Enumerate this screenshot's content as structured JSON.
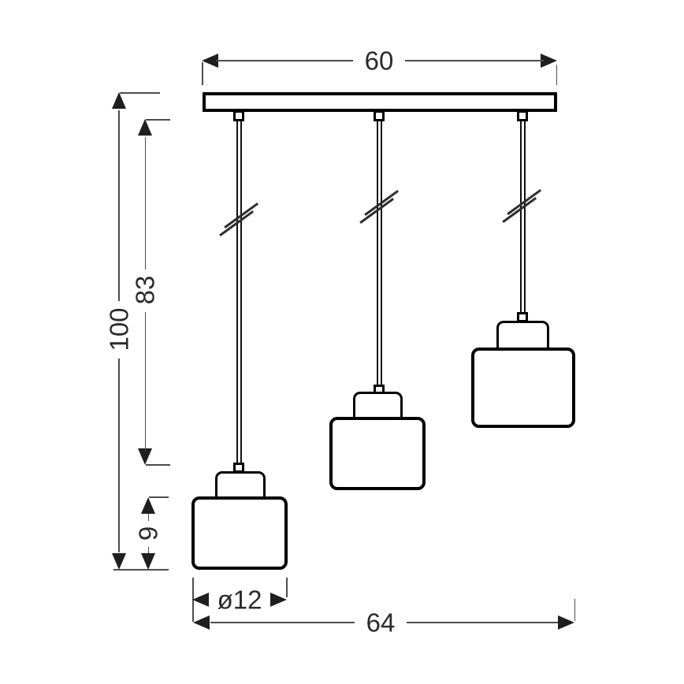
{
  "diagram": {
    "kind": "pendant-lamp-technical-drawing",
    "pendant_count": 3,
    "views": "front elevation with dimension lines"
  },
  "dimensions": {
    "bar_width": "60",
    "total_height": "100",
    "cord_length": "83",
    "shade_height": "9",
    "shade_diameter": "ø12",
    "overall_width": "64"
  },
  "colors": {
    "background": "#ffffff",
    "object_stroke": "#000000",
    "dimension_line": "#4d4d4d",
    "arrow": "#1f1f1f",
    "text": "#2b2b2b"
  }
}
